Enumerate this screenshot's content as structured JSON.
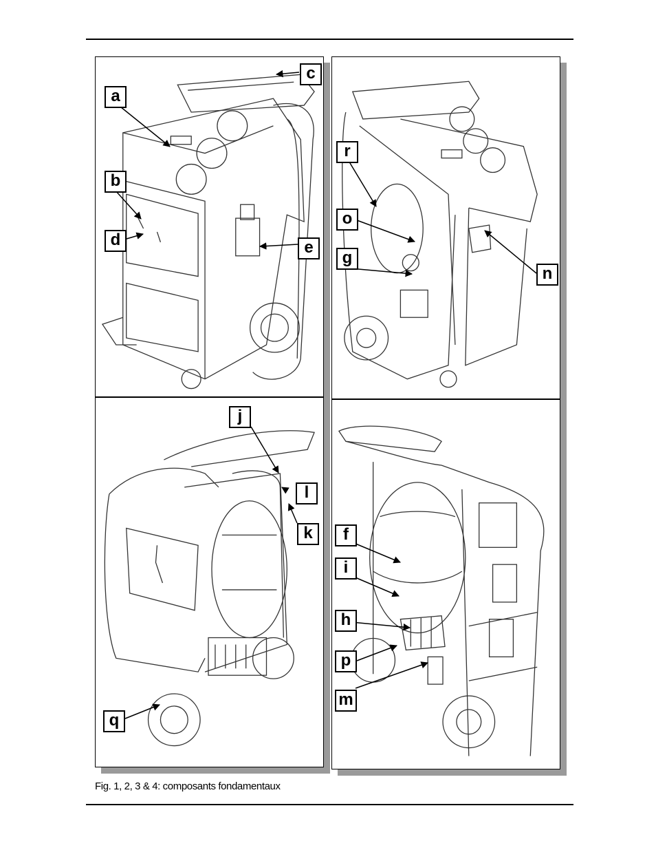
{
  "labels": {
    "a": "a",
    "b": "b",
    "c": "c",
    "d": "d",
    "e": "e",
    "f": "f",
    "g": "g",
    "h": "h",
    "i": "i",
    "j": "j",
    "k": "k",
    "l": "l",
    "m": "m",
    "n": "n",
    "o": "o",
    "p": "p",
    "q": "q",
    "r": "r"
  },
  "caption": "Fig. 1, 2, 3 & 4: composants fondamentaux"
}
